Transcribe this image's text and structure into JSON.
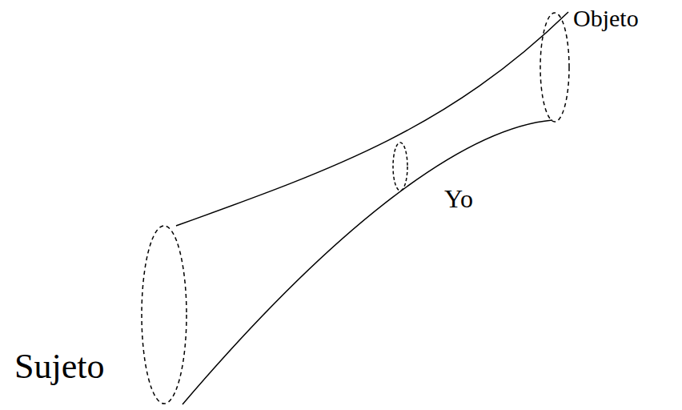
{
  "diagram": {
    "labels": [
      "Objeto",
      "Yo",
      "Sujeto"
    ]
  }
}
